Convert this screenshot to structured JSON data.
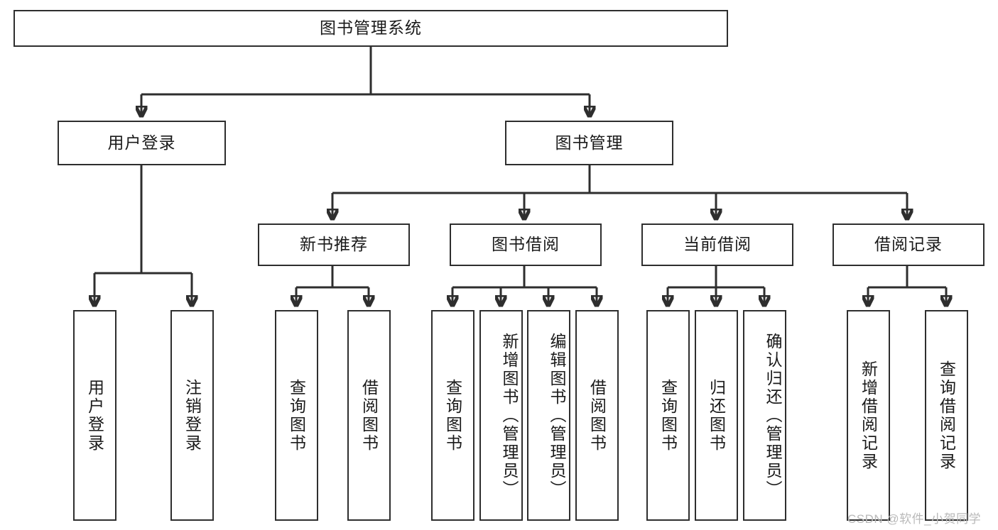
{
  "diagram": {
    "title": "图书管理系统",
    "type": "tree-hierarchy-diagram",
    "root": {
      "label": "图书管理系统"
    },
    "level2": [
      {
        "id": "user-login",
        "label": "用户登录"
      },
      {
        "id": "book-management",
        "label": "图书管理"
      }
    ],
    "level3": [
      {
        "id": "new-book-recommend",
        "label": "新书推荐"
      },
      {
        "id": "book-borrow",
        "label": "图书借阅"
      },
      {
        "id": "current-borrow",
        "label": "当前借阅"
      },
      {
        "id": "borrow-record",
        "label": "借阅记录"
      }
    ],
    "leaves": {
      "user_login": [
        {
          "id": "leaf-user-login",
          "label": "用户登录"
        },
        {
          "id": "leaf-logout-login",
          "label": "注销登录"
        }
      ],
      "new_book_recommend": [
        {
          "id": "leaf-query-book-1",
          "label": "查询图书"
        },
        {
          "id": "leaf-borrow-book-1",
          "label": "借阅图书"
        }
      ],
      "book_borrow": [
        {
          "id": "leaf-query-book-2",
          "label": "查询图书"
        },
        {
          "id": "leaf-add-book",
          "label": "新增图书（管理员）"
        },
        {
          "id": "leaf-edit-book",
          "label": "编辑图书（管理员）"
        },
        {
          "id": "leaf-borrow-book-2",
          "label": "借阅图书"
        }
      ],
      "current_borrow": [
        {
          "id": "leaf-query-book-3",
          "label": "查询图书"
        },
        {
          "id": "leaf-return-book",
          "label": "归还图书"
        },
        {
          "id": "leaf-confirm-return",
          "label": "确认归还（管理员）"
        }
      ],
      "borrow_record": [
        {
          "id": "leaf-add-borrow-record",
          "label": "新增借阅记录"
        },
        {
          "id": "leaf-query-borrow-record",
          "label": "查询借阅记录"
        }
      ]
    },
    "watermark": "CSDN @软件_小贺同学",
    "colors": {
      "border": "#2e2e2e",
      "background": "#ffffff",
      "text": "#1a1a1a",
      "watermark": "#b9b9b9"
    }
  }
}
